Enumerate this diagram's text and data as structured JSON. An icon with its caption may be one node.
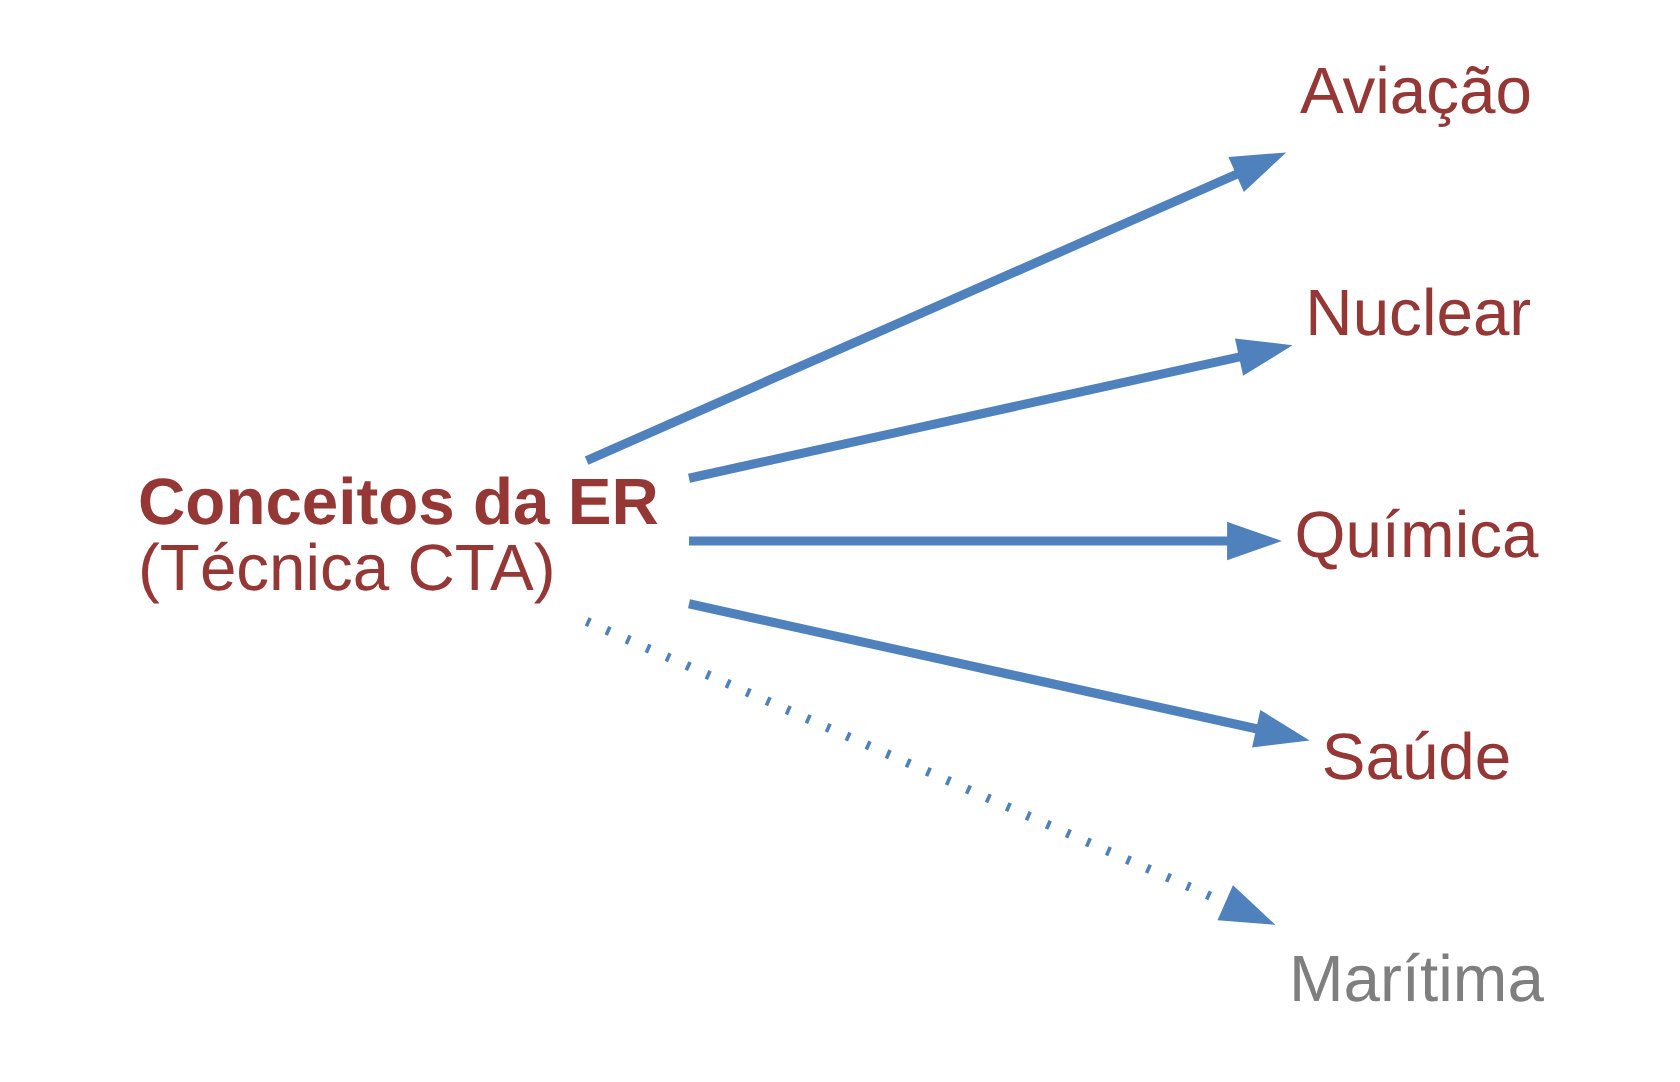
{
  "diagram": {
    "nodes": [
      {
        "text": [
          "Conceitos da ER",
          "(Técnica CTA)"
        ]
      },
      {
        "text": [
          "Aviação"
        ]
      },
      {
        "text": [
          "Nuclear"
        ]
      },
      {
        "text": [
          "Química"
        ]
      },
      {
        "text": [
          "Saúde"
        ]
      },
      {
        "text": [
          "Marítima"
        ]
      }
    ],
    "edges": [
      {
        "from": 0,
        "to": 1,
        "arrow": "to"
      },
      {
        "from": 0,
        "to": 2,
        "arrow": "to"
      },
      {
        "from": 0,
        "to": 3,
        "arrow": "to"
      },
      {
        "from": 0,
        "to": 4,
        "arrow": "to"
      },
      {
        "from": 0,
        "to": 5,
        "arrow": "to",
        "style": "dashed"
      }
    ]
  }
}
